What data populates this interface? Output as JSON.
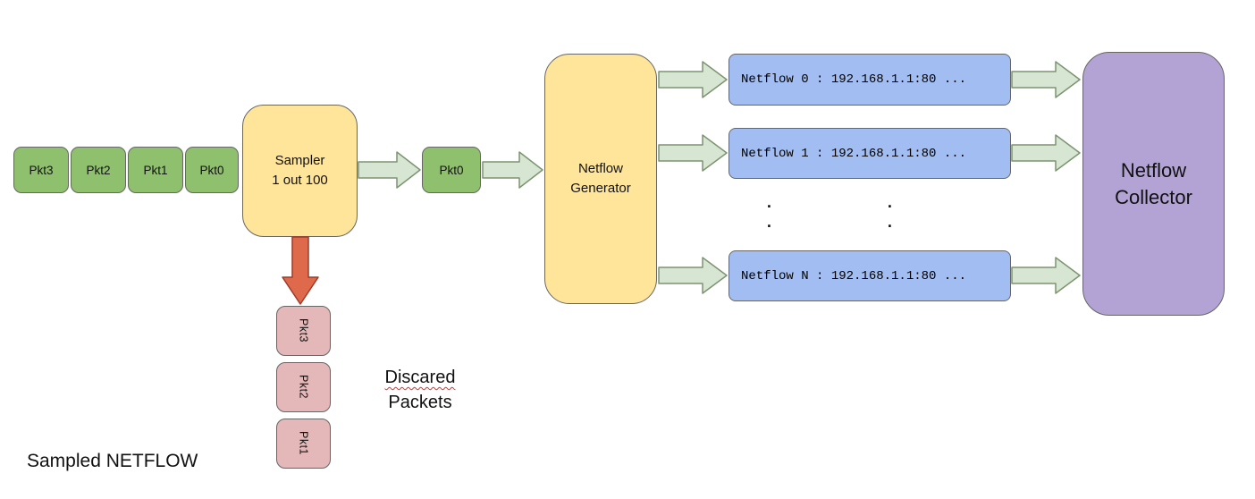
{
  "diagram_title": "Sampled NETFLOW",
  "input_packets": [
    "Pkt3",
    "Pkt2",
    "Pkt1",
    "Pkt0"
  ],
  "sampler": {
    "line1": "Sampler",
    "line2": "1 out 100"
  },
  "sampled_packet": "Pkt0",
  "generator": {
    "line1": "Netflow",
    "line2": "Generator"
  },
  "records": [
    "Netflow 0 : 192.168.1.1:80 ...",
    "Netflow 1 : 192.168.1.1:80 ...",
    "Netflow N : 192.168.1.1:80 ..."
  ],
  "ellipsis_dot": ".",
  "collector": {
    "line1": "Netflow",
    "line2": "Collector"
  },
  "discarded_packets": [
    "Pkt3",
    "Pkt2",
    "Pkt1"
  ],
  "discarded_label": {
    "line1": "Discared",
    "line2": "Packets"
  },
  "colors": {
    "packet_green": "#8FC06E",
    "box_yellow": "#FFE599",
    "record_blue": "#A2BDF2",
    "collector_purple": "#B3A3D4",
    "discard_pink": "#E4B8B8",
    "flow_arrow_green": "#D6E6D2",
    "discard_arrow_red": "#DF6A4B",
    "spellcheck_red": "#E03131"
  }
}
